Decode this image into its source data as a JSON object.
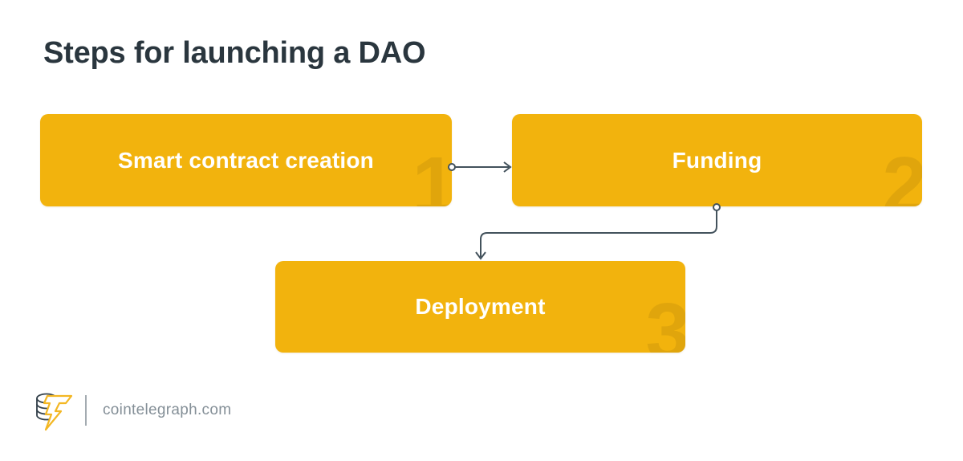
{
  "title": "Steps for launching a DAO",
  "steps": [
    {
      "label": "Smart contract creation",
      "number": "1"
    },
    {
      "label": "Funding",
      "number": "2"
    },
    {
      "label": "Deployment",
      "number": "3"
    }
  ],
  "connectors": [
    {
      "from": "Smart contract creation",
      "to": "Funding",
      "shape": "horizontal-arrow-with-ring-start"
    },
    {
      "from": "Funding",
      "to": "Deployment",
      "shape": "elbow-down-left-down-arrow-with-ring-start"
    }
  ],
  "footer": {
    "site": "cointelegraph.com",
    "logo": "cointelegraph-coin-stack-with-lightning-bolt"
  },
  "colors": {
    "background": "#FFFFFF",
    "box_fill": "#F2B30D",
    "box_text": "#FFFFFF",
    "watermark_tint": "rgba(0,0,0,0.075)",
    "title_text": "#2A363E",
    "connector": "#43525C",
    "footer_text": "#848F97",
    "logo_bolt": "#F3B723",
    "logo_coins": "#33404A"
  }
}
